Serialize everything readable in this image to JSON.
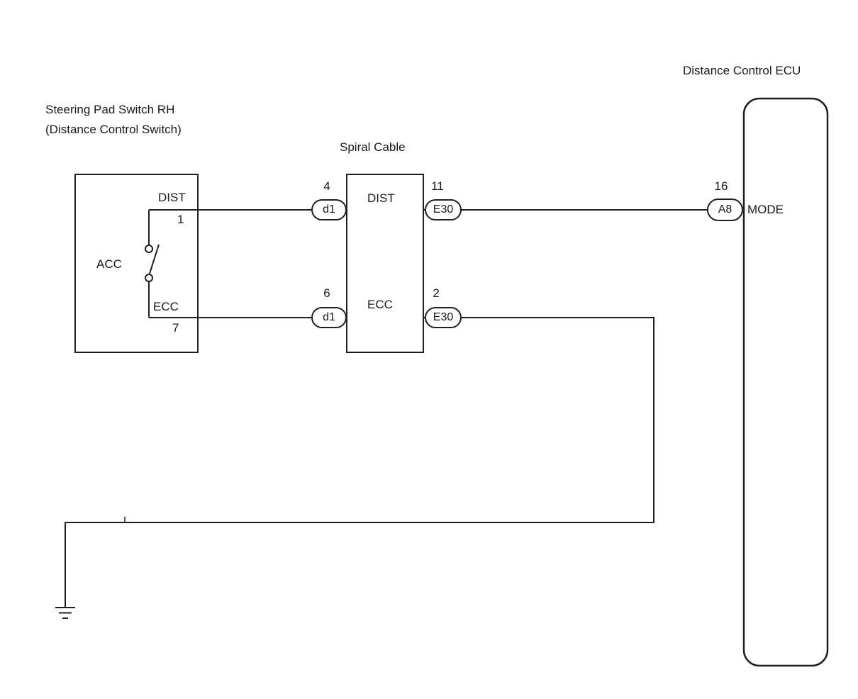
{
  "diagram": {
    "title_ecu": "Distance Control ECU",
    "title_switch_line1": "Steering Pad Switch RH",
    "title_switch_line2": "(Distance Control Switch)",
    "title_spiral": "Spiral Cable",
    "switch_box": {
      "dist_label": "DIST",
      "dist_pin": "1",
      "acc_label": "ACC",
      "ecc_label": "ECC",
      "ecc_pin": "7"
    },
    "spiral_box": {
      "dist_label": "DIST",
      "ecc_label": "ECC"
    },
    "connectors": {
      "d1_top": {
        "pin": "4",
        "label": "d1"
      },
      "e30_top": {
        "pin": "11",
        "label": "E30"
      },
      "d1_bottom": {
        "pin": "6",
        "label": "d1"
      },
      "e30_bottom": {
        "pin": "2",
        "label": "E30"
      },
      "a8": {
        "pin": "16",
        "label": "A8"
      }
    },
    "ecu": {
      "mode_label": "MODE"
    },
    "colors": {
      "line": "#1f1f1f",
      "background": "#ffffff"
    }
  }
}
